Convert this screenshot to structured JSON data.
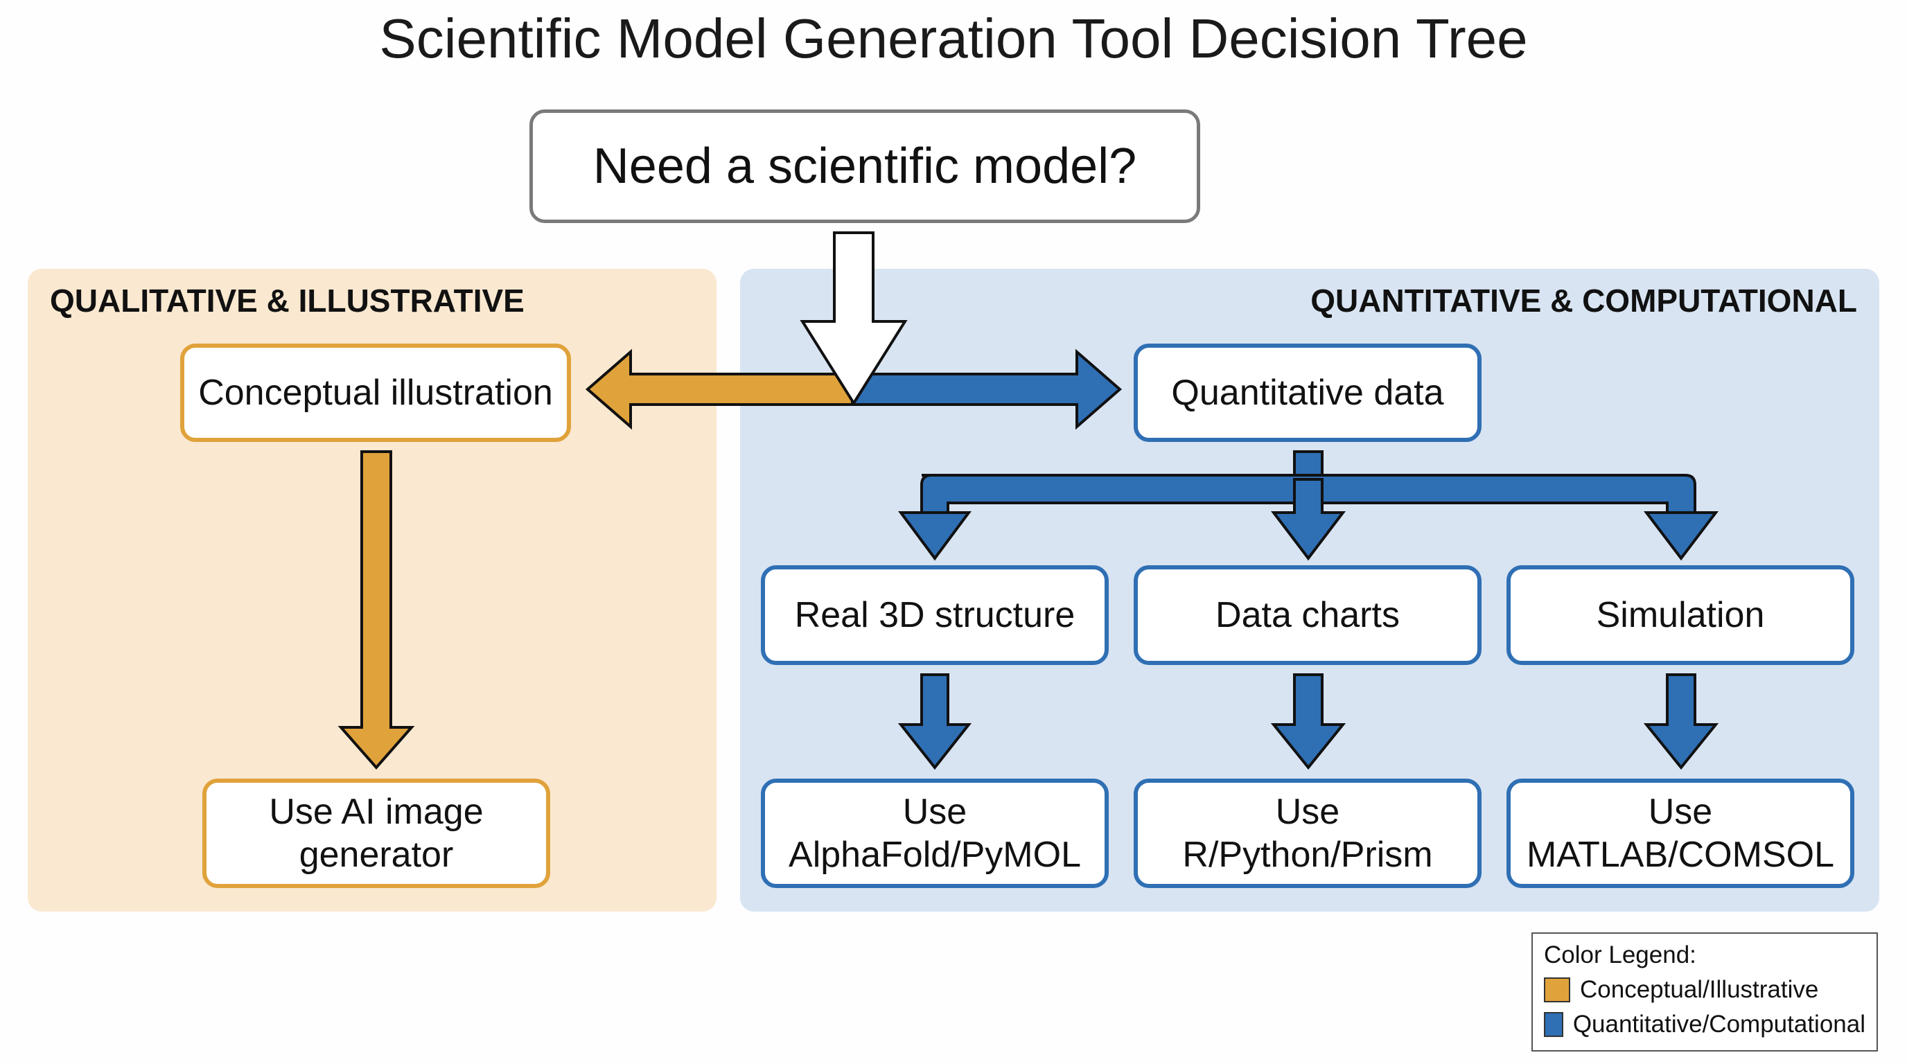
{
  "title": "Scientific Model Generation Tool Decision Tree",
  "colors": {
    "conceptual": "#e0a23a",
    "quantitative": "#2f6fb4",
    "root_border": "#7a7a7a"
  },
  "panels": {
    "left": {
      "heading": "QUALITATIVE & ILLUSTRATIVE"
    },
    "right": {
      "heading": "QUANTITATIVE & COMPUTATIONAL"
    }
  },
  "nodes": {
    "root": "Need a scientific model?",
    "conceptual": "Conceptual illustration",
    "ai_line1": "Use AI image",
    "ai_line2": "generator",
    "quantitative": "Quantitative data",
    "structure": "Real 3D structure",
    "charts": "Data charts",
    "simulation": "Simulation",
    "alphafold_line1": "Use",
    "alphafold_line2": "AlphaFold/PyMOL",
    "rpython_line1": "Use",
    "rpython_line2": "R/Python/Prism",
    "matlab_line1": "Use",
    "matlab_line2": "MATLAB/COMSOL"
  },
  "legend": {
    "title": "Color Legend:",
    "items": [
      "Conceptual/Illustrative",
      "Quantitative/Computational"
    ]
  }
}
